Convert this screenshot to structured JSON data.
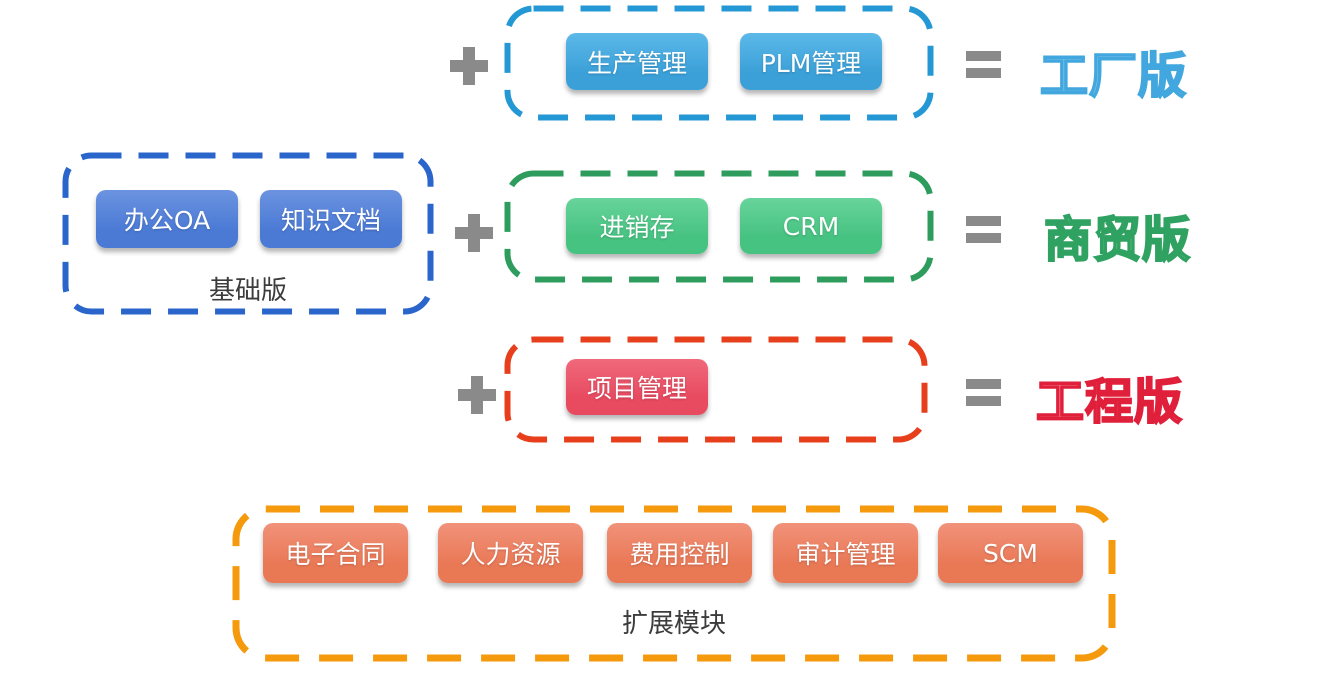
{
  "diagram": {
    "basic": {
      "label": "基础版",
      "modules": [
        "办公OA",
        "知识文档"
      ]
    },
    "rows": [
      {
        "plus": "+",
        "modules": [
          "生产管理",
          "PLM管理"
        ],
        "equals": "=",
        "result": "工厂版"
      },
      {
        "plus": "+",
        "modules": [
          "进销存",
          "CRM"
        ],
        "equals": "=",
        "result": "商贸版"
      },
      {
        "plus": "+",
        "modules": [
          "项目管理"
        ],
        "equals": "=",
        "result": "工程版"
      }
    ],
    "extension": {
      "label": "扩展模块",
      "modules": [
        "电子合同",
        "人力资源",
        "费用控制",
        "审计管理",
        "SCM"
      ]
    },
    "colors": {
      "basic_border": "#2a65cb",
      "basic_button": "#4b7ad5",
      "factory_border": "#2498d4",
      "factory_button": "#3ba0d8",
      "factory_title_stroke": "#42a7de",
      "factory_title_fill": "#a9d9f6",
      "trade_border": "#2d9c5d",
      "trade_button": "#46c281",
      "trade_title_stroke": "#2fa261",
      "trade_title_fill": "#dcf2e5",
      "engineering_border": "#e73f1c",
      "engineering_button": "#e84a60",
      "engineering_title_stroke": "#e0203a",
      "engineering_title_fill": "#f7c9d0",
      "extension_border": "#f49a0c",
      "extension_button": "#e97855",
      "operator": "#8a8a8a",
      "group_label_text": "#3c3c3c"
    }
  }
}
